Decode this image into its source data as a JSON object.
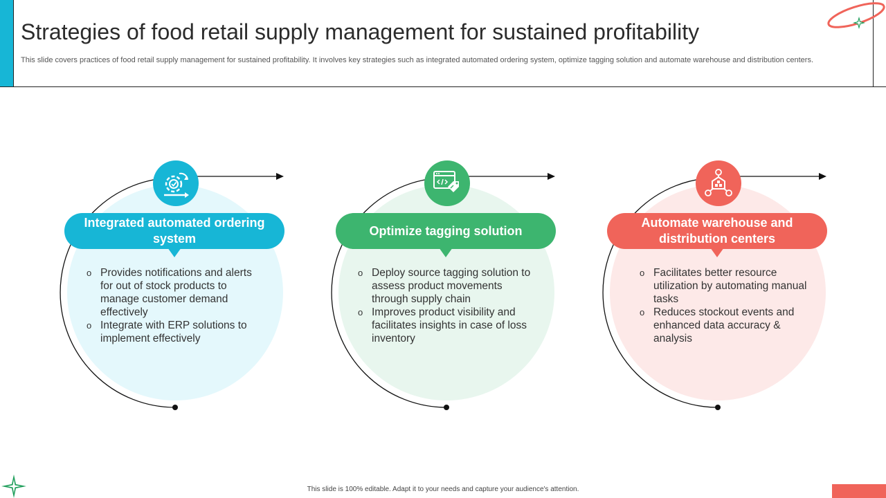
{
  "header": {
    "title": "Strategies of food retail supply management for sustained profitability",
    "subtitle": "This slide covers practices of food retail supply management for sustained profitability. It involves key strategies such as integrated automated ordering system, optimize tagging solution and automate warehouse and distribution centers."
  },
  "colors": {
    "blue": "#17b6d6",
    "green": "#3db56f",
    "red": "#f0645a"
  },
  "cards": [
    {
      "title": "Integrated automated ordering system",
      "icon": "automation-gear-icon",
      "bullets": [
        "Provides notifications and alerts for out of stock products to manage customer demand effectively",
        "Integrate with ERP solutions to implement effectively"
      ]
    },
    {
      "title": "Optimize tagging solution",
      "icon": "browser-code-tag-icon",
      "bullets": [
        "Deploy source tagging solution to assess product movements through supply chain",
        "Improves product visibility and facilitates insights in case of loss inventory"
      ]
    },
    {
      "title": "Automate warehouse and distribution centers",
      "icon": "warehouse-network-icon",
      "bullets": [
        "Facilitates better resource utilization by automating manual tasks",
        "Reduces stockout events and enhanced data accuracy & analysis"
      ]
    }
  ],
  "footer": {
    "text": "This slide is 100% editable. Adapt it to your needs and capture your audience's attention."
  }
}
